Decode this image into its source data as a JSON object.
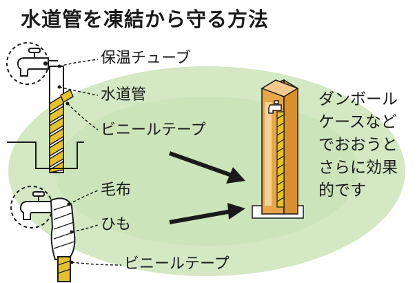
{
  "title": "水道管を凍結から守る方法",
  "labels": {
    "insulation_tube": "保温チューブ",
    "water_pipe": "水道管",
    "vinyl_tape_top": "ビニールテープ",
    "blanket": "毛布",
    "string": "ひも",
    "vinyl_tape_bottom": "ビニールテープ"
  },
  "note": {
    "lines": [
      "ダンボール",
      "ケースなど",
      "でおおうと",
      "さらに効果",
      "的です"
    ]
  },
  "colors": {
    "background_blob": "#cfe4bf",
    "tape_yellow": "#e3c22e",
    "box_orange": "#e7a64a",
    "box_light": "#f8dcab",
    "outline": "#1a1a1a"
  }
}
